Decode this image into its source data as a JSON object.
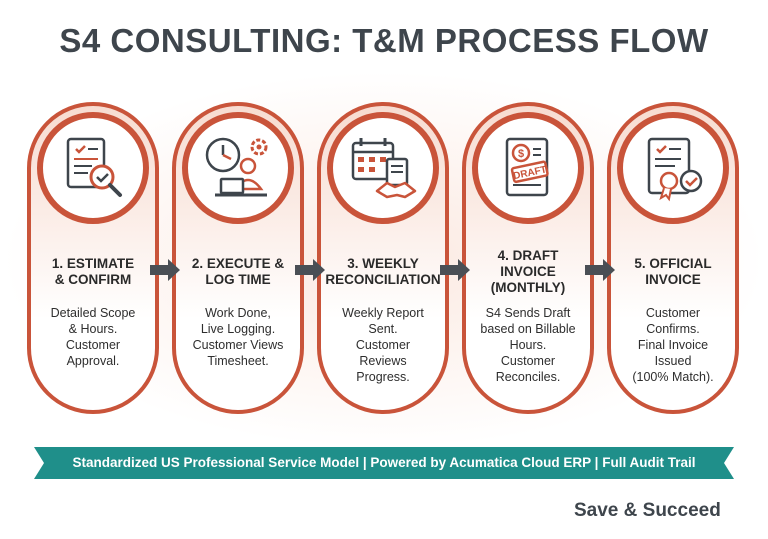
{
  "title": "S4 CONSULTING: T&M PROCESS FLOW",
  "steps": [
    {
      "title": [
        "1. ESTIMATE",
        "& CONFIRM"
      ],
      "desc": [
        "Detailed Scope",
        "& Hours.",
        "Customer",
        "Approval."
      ],
      "icon": "document-magnifier-icon"
    },
    {
      "title": [
        "2. EXECUTE &",
        "LOG TIME"
      ],
      "desc": [
        "Work Done,",
        "Live Logging.",
        "Customer Views",
        "Timesheet."
      ],
      "icon": "clock-worker-icon"
    },
    {
      "title": [
        "3. WEEKLY",
        "RECONCILIATION"
      ],
      "desc": [
        "Weekly Report",
        "Sent.",
        "Customer",
        "Reviews",
        "Progress."
      ],
      "icon": "calendar-handshake-icon"
    },
    {
      "title": [
        "4. DRAFT",
        "INVOICE",
        "(MONTHLY)"
      ],
      "desc": [
        "S4 Sends Draft",
        "based on Billable",
        "Hours.",
        "Customer",
        "Reconciles."
      ],
      "icon": "draft-invoice-icon",
      "stamp": "DRAFT"
    },
    {
      "title": [
        "5. OFFICIAL",
        "INVOICE"
      ],
      "desc": [
        "Customer",
        "Confirms.",
        "Final Invoice",
        "Issued",
        "(100% Match)."
      ],
      "icon": "certified-invoice-icon"
    }
  ],
  "banner": "Standardized US Professional Service Model | Powered by Acumatica Cloud ERP | Full Audit Trail",
  "tagline": "Save & Succeed",
  "colors": {
    "accent": "#c9543a",
    "banner": "#1f8f8a",
    "arrow": "#4a4f55",
    "icon": "#c9543a",
    "icon_dark": "#3e454c"
  }
}
